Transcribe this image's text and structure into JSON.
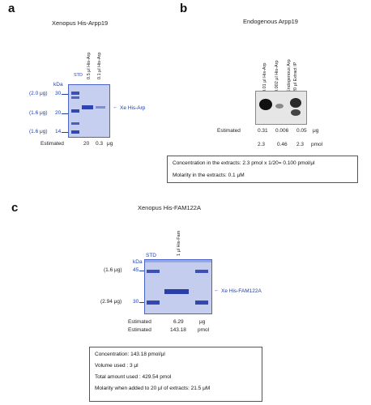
{
  "panel_a": {
    "letter": "a",
    "title": "Xenopus His-Arpp19",
    "lanes": [
      "STD",
      "0.5 μl His-Arp",
      "0.1 μl His-Arp"
    ],
    "kda_label": "kDa",
    "markers": [
      {
        "amount": "(2.0 μg)",
        "kda": "30"
      },
      {
        "amount": "(1.6 μg)",
        "kda": "20"
      },
      {
        "amount": "(1.6 μg)",
        "kda": "14"
      }
    ],
    "band_label": "Xe His-Arp",
    "estimated_label": "Estimated",
    "estimated_values": [
      "20",
      "0.3"
    ],
    "estimated_unit": "μg"
  },
  "panel_b": {
    "letter": "b",
    "title": "Endogenous Arpp19",
    "lanes": [
      "0.01 μl His-Arp",
      "0.002 μl His-Arp",
      "Endogenous Arp",
      "20 μl Extract IP"
    ],
    "estimated_label": "Estimated",
    "estimated_values": [
      "0.31",
      "0.006",
      "0.05"
    ],
    "estimated_unit": "μg",
    "row2_values": [
      "2.3",
      "0.46",
      "2.3"
    ],
    "row2_unit": "pmol",
    "box_lines": [
      "Concentration in the extracts: 2.3 pmol x 1/20= 0.100 pmol/μl",
      "Molarity in the extracts: 0.1 μM"
    ]
  },
  "panel_c": {
    "letter": "c",
    "title": "Xenopus His-FAM122A",
    "lanes": [
      "STD",
      "1 μl His-Fam"
    ],
    "kda_label": "kDa",
    "markers": [
      {
        "amount": "(1.6 μg)",
        "kda": "45"
      },
      {
        "amount": "(2.94 μg)",
        "kda": "30"
      }
    ],
    "band_label": "Xe His-FAM122A",
    "estimated_label": "Estimated",
    "estimated_value1": "6.29",
    "estimated_unit1": "μg",
    "estimated_value2": "143.18",
    "estimated_unit2": "pmol",
    "box_lines": [
      "Concentration: 143.18 pmol/μl",
      "Volume used : 3 μl",
      "Total amount used : 429.54 pmol",
      "Molarity when added to 20 μl of extracts: 21.5 μM"
    ]
  },
  "colors": {
    "gel_bg": "#c8d0ef",
    "band": "#3347b2",
    "accent": "#1f3fa8"
  }
}
